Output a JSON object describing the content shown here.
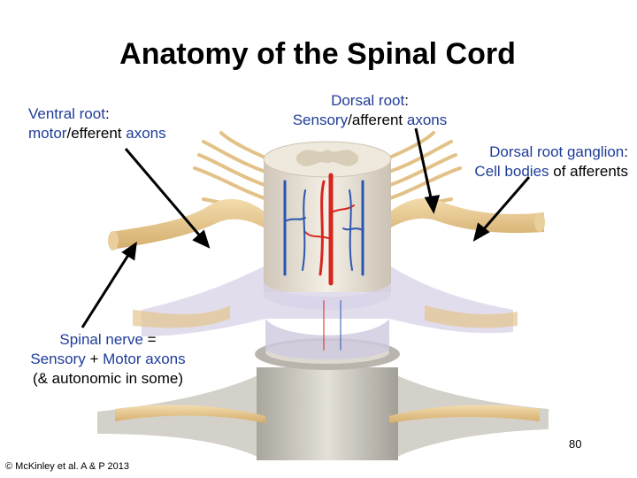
{
  "title": "Anatomy of the Spinal Cord",
  "labels": {
    "ventral": {
      "line1_term": "Ventral root",
      "line1_rest": ":",
      "line2_term1": "motor",
      "line2_mid": "/efferent ",
      "line2_term2": "axons"
    },
    "dorsal_root": {
      "line1_term": "Dorsal root",
      "line1_rest": ":",
      "line2_term1": "Sensory",
      "line2_mid": "/afferent ",
      "line2_term2": "axons"
    },
    "ganglion": {
      "line1_term": "Dorsal root ganglion",
      "line1_rest": ":",
      "line2_term": "Cell bodies",
      "line2_rest": " of afferents"
    },
    "spinal_nerve": {
      "line1_term": "Spinal nerve",
      "line1_rest": " =",
      "line2_term1": "Sensory",
      "line2_mid": " + ",
      "line2_term2": "Motor axons",
      "line3": "(& autonomic in some)"
    }
  },
  "page_number": "80",
  "credit": "© McKinley et al. A & P 2013",
  "colors": {
    "label_blue": "#1f3d99",
    "nerve": "#e6c78f",
    "cord": "#ece3d4",
    "artery": "#d7261e",
    "vein": "#2b56b0"
  }
}
